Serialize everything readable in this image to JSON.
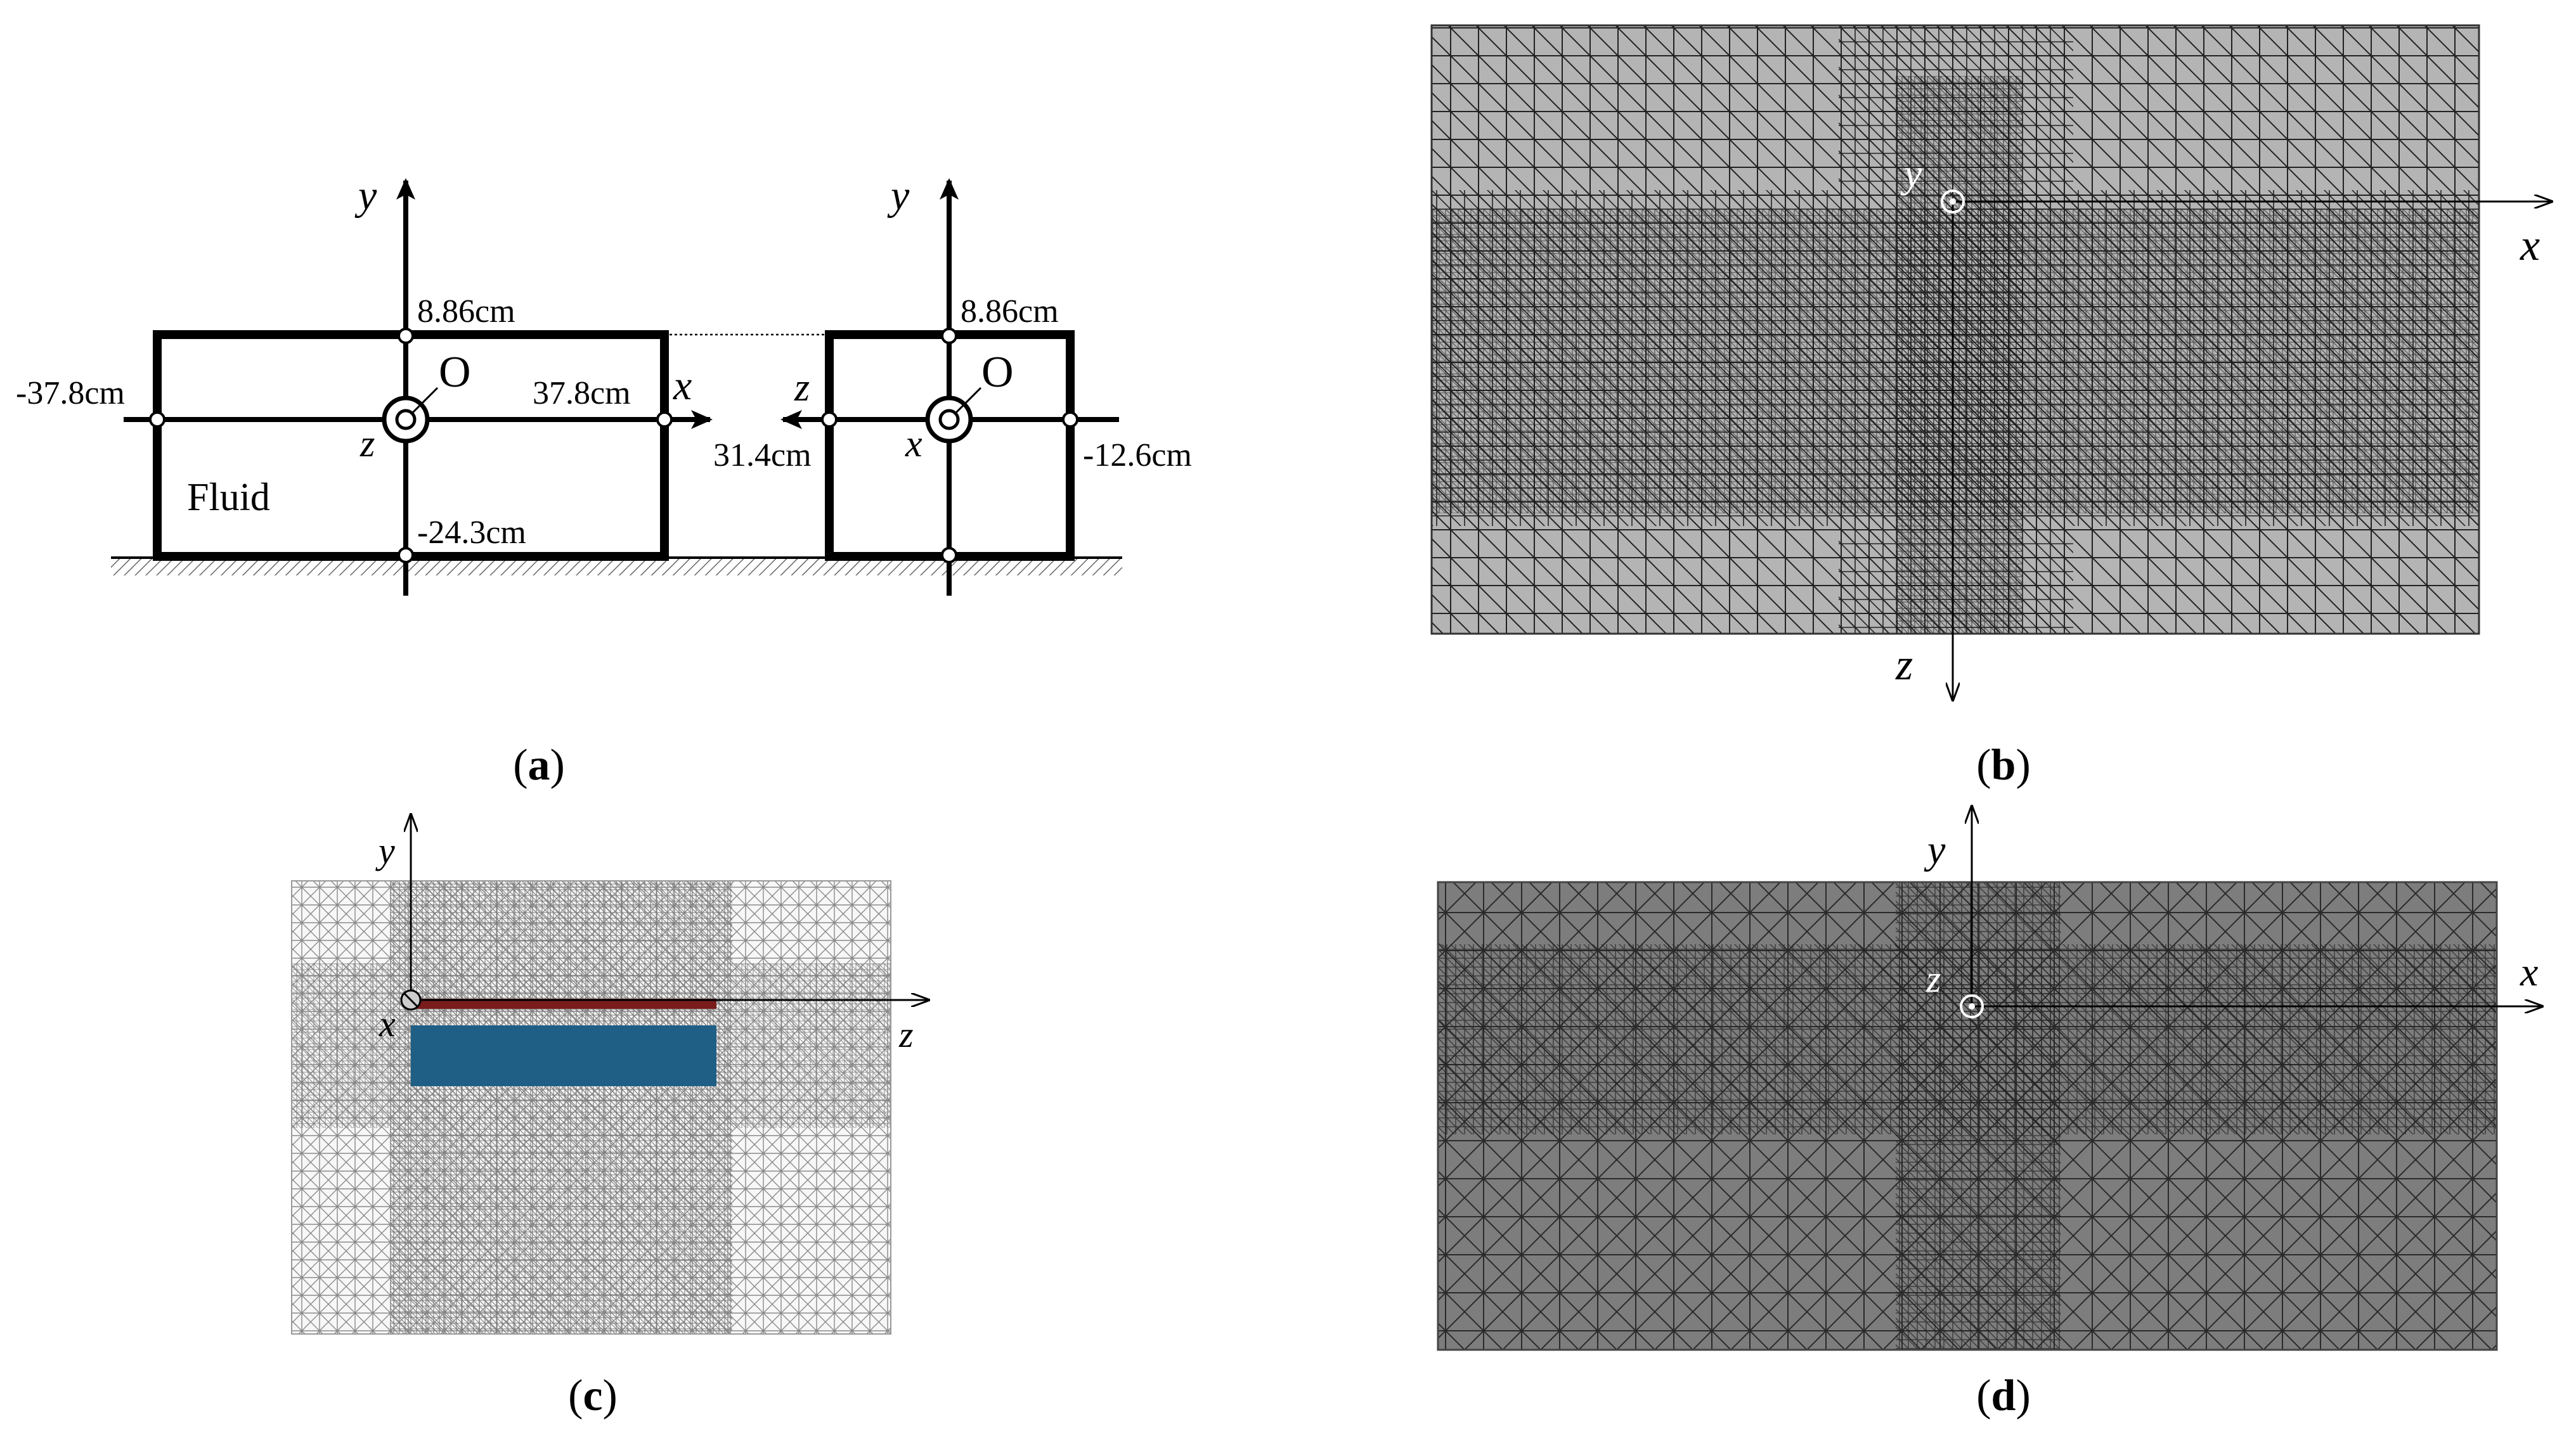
{
  "panel_a": {
    "caption": "a",
    "left_view": {
      "axis_y": "y",
      "axis_x": "x",
      "axis_z": "z",
      "origin": "O",
      "dim_top": "8.86cm",
      "dim_left": "-37.8cm",
      "dim_right": "37.8cm",
      "dim_bottom": "-24.3cm",
      "region_label": "Fluid"
    },
    "right_view": {
      "axis_y": "y",
      "axis_z": "z",
      "axis_x": "x",
      "origin": "O",
      "dim_top": "8.86cm",
      "dim_left": "31.4cm",
      "dim_right": "-12.6cm"
    }
  },
  "panel_b": {
    "caption": "b",
    "axis_y": "y",
    "axis_x": "x",
    "axis_z": "z",
    "mesh_fill": "#b4b4b4"
  },
  "panel_c": {
    "caption": "c",
    "axis_y": "y",
    "axis_x": "x",
    "axis_z": "z",
    "solid_colors": {
      "thin_plate": "#7a1c1c",
      "block": "#1f5f86"
    }
  },
  "panel_d": {
    "caption": "d",
    "axis_y": "y",
    "axis_x": "x",
    "axis_z": "z",
    "mesh_fill": "#7d7d7d"
  }
}
